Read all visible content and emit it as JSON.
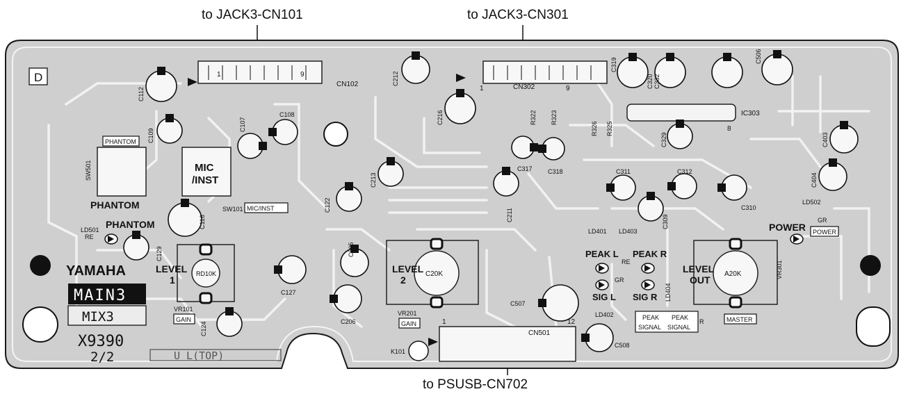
{
  "callouts": {
    "top_left": "to JACK3-CN101",
    "top_right": "to JACK3-CN301",
    "bottom": "to PSUSB-CN702"
  },
  "board": {
    "corner_mark": "D",
    "brand": "YAMAHA",
    "model": "MAIN3",
    "submodel": "MIX3",
    "part_no": "X9390",
    "sheet": "2/2",
    "side": "U L(TOP)"
  },
  "panel_labels": {
    "phantom_upper": "PHANTOM",
    "phantom_mid": "PHANTOM",
    "phantom_led": "PHANTOM",
    "mic_inst_1": "MIC",
    "mic_inst_2": "/INST",
    "mic_inst_box": "MIC/INST",
    "level1_a": "LEVEL",
    "level1_b": "1",
    "level2_a": "LEVEL",
    "level2_b": "2",
    "level_out_a": "LEVEL",
    "level_out_b": "OUT",
    "gain1": "GAIN",
    "gain2": "GAIN",
    "peak_l": "PEAK L",
    "peak_r": "PEAK R",
    "sig_l": "SIG L",
    "sig_r": "SIG R",
    "peak_signal_1a": "PEAK",
    "peak_signal_1b": "SIGNAL",
    "peak_signal_2a": "PEAK",
    "peak_signal_2b": "SIGNAL",
    "peak_signal_r": "R",
    "power": "POWER",
    "power_box": "POWER",
    "gr": "GR",
    "master": "MASTER",
    "re1": "RE",
    "re2": "RE",
    "gr2": "GR"
  },
  "components": {
    "cn102": "CN102",
    "cn102_p1": "1",
    "cn102_p9": "9",
    "cn302": "CN302",
    "cn302_p1": "1",
    "cn302_p9": "9",
    "cn501": "CN501",
    "cn501_p1": "1",
    "cn501_p12": "12",
    "ic303": "IC303",
    "ic303_p8": "8",
    "c112": "C112",
    "c109": "C109",
    "c107": "C107",
    "c108": "C108",
    "c212": "C212",
    "c216": "C216",
    "c213": "C213",
    "c211": "C211",
    "c317": "C317",
    "c318": "C318",
    "c319": "C319",
    "c320": "C320",
    "c332": "C332",
    "c506": "C506",
    "c329": "C329",
    "c403": "C403",
    "c404": "C404",
    "c311": "C311",
    "c312": "C312",
    "c309": "C309",
    "c310": "C310",
    "c122": "C122",
    "c116": "C116",
    "c129": "C129",
    "c127": "C127",
    "c124": "C124",
    "c205": "C205",
    "c206": "C206",
    "c507": "C507",
    "c508": "C508",
    "r322": "R322",
    "r323": "R323",
    "r326": "R326",
    "r325": "R325",
    "sw501": "SW501",
    "sw101": "SW101",
    "vr101": "VR101",
    "vr201": "VR201",
    "vr301": "VR301",
    "rd10k": "RD10K",
    "c20k": "C20K",
    "a20k": "A20K",
    "ld501": "LD501",
    "ld502": "LD502",
    "ld401": "LD401",
    "ld403": "LD403",
    "ld402": "LD402",
    "ld404": "LD404",
    "k101": "K101"
  }
}
